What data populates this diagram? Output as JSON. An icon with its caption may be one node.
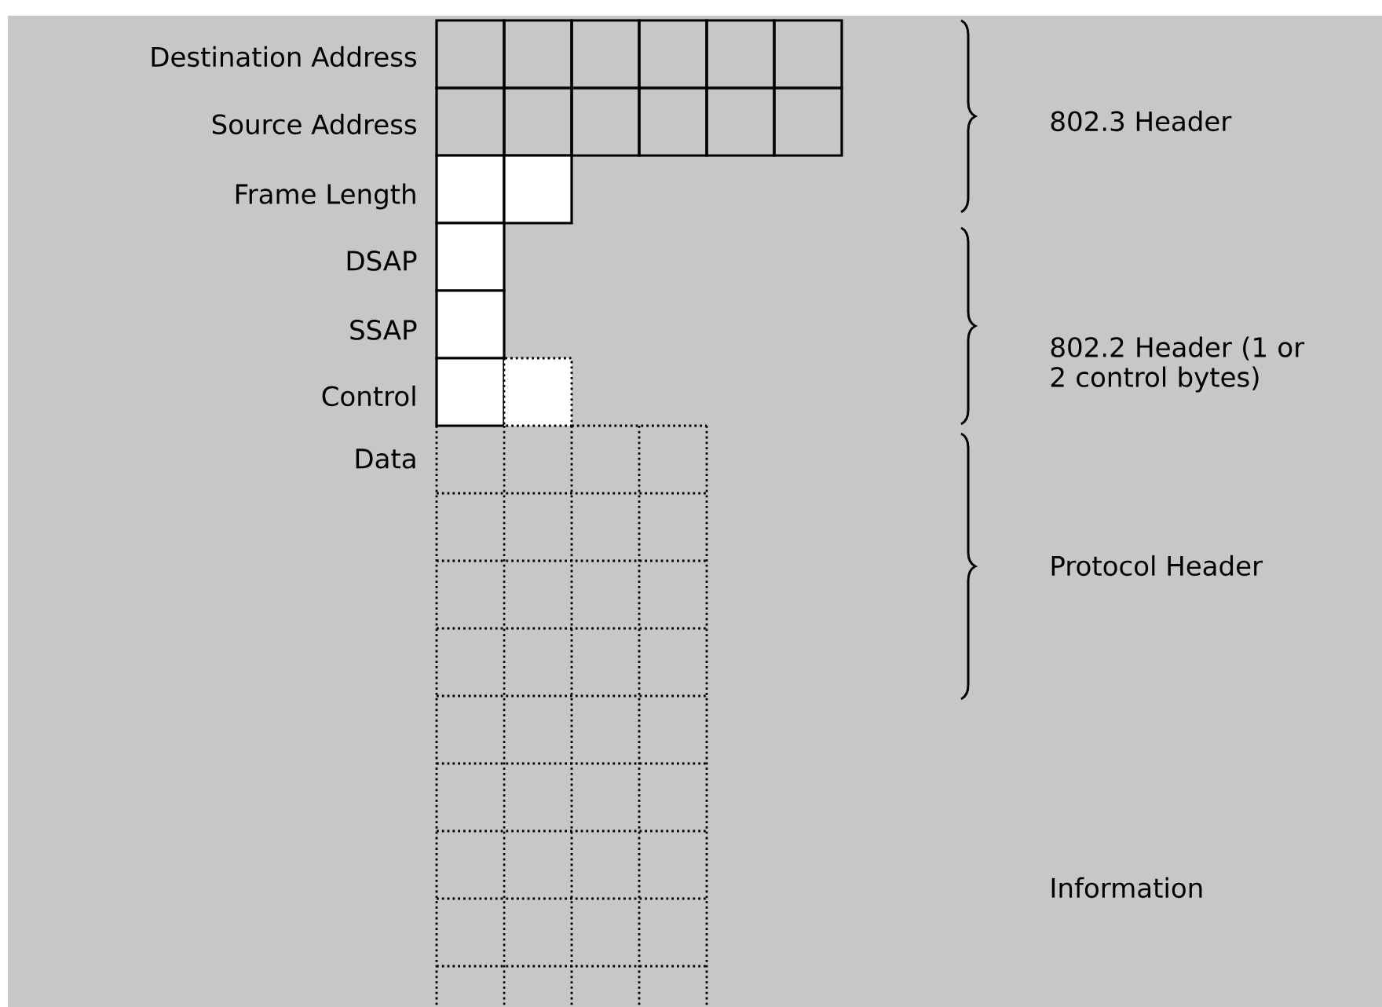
{
  "diagram": {
    "labels": [
      "Destination Address",
      "Source Address",
      "802.3 Header",
      "Frame Length",
      "DSAP",
      "SSAP",
      "802.2 Header (1 or 2 control bytes)",
      "Control",
      "Data",
      "Protocol Header",
      "Information"
    ]
  }
}
